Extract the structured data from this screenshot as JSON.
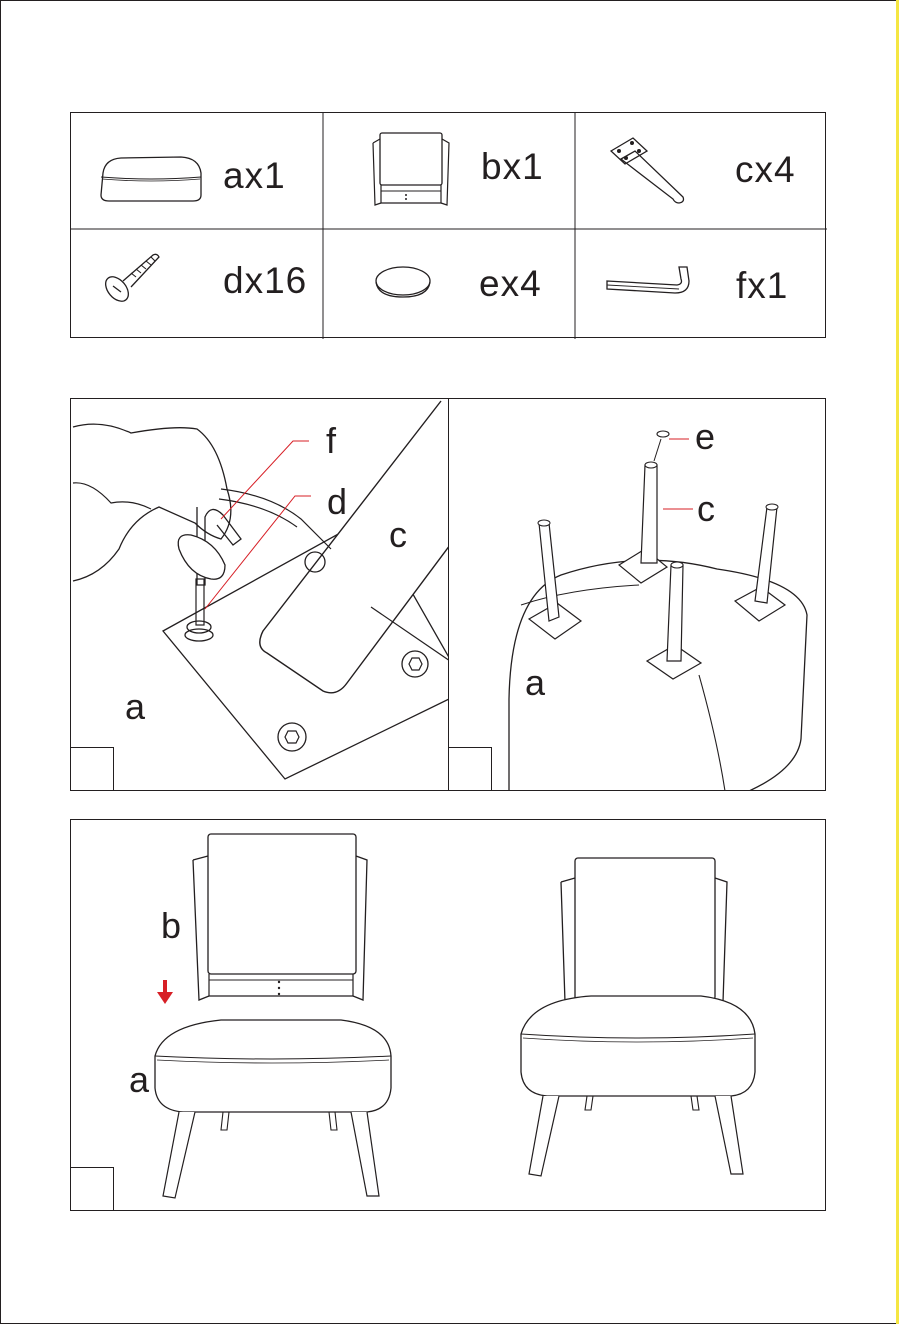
{
  "parts": [
    {
      "qty_label": "ax1",
      "icon": "seat-cushion-icon"
    },
    {
      "qty_label": "bx1",
      "icon": "backrest-icon"
    },
    {
      "qty_label": "cx4",
      "icon": "leg-icon"
    },
    {
      "qty_label": "dx16",
      "icon": "screw-icon"
    },
    {
      "qty_label": "ex4",
      "icon": "foot-pad-icon"
    },
    {
      "qty_label": "fx1",
      "icon": "allen-key-icon"
    }
  ],
  "step1": {
    "label_f": "f",
    "label_d": "d",
    "label_c": "c",
    "label_a": "a"
  },
  "step2": {
    "label_e": "e",
    "label_c": "c",
    "label_a": "a"
  },
  "step3": {
    "label_b": "b",
    "label_a": "a"
  },
  "colors": {
    "line": "#231f20",
    "accent_red": "#d71f26",
    "edge_yellow": "#f5e642"
  }
}
